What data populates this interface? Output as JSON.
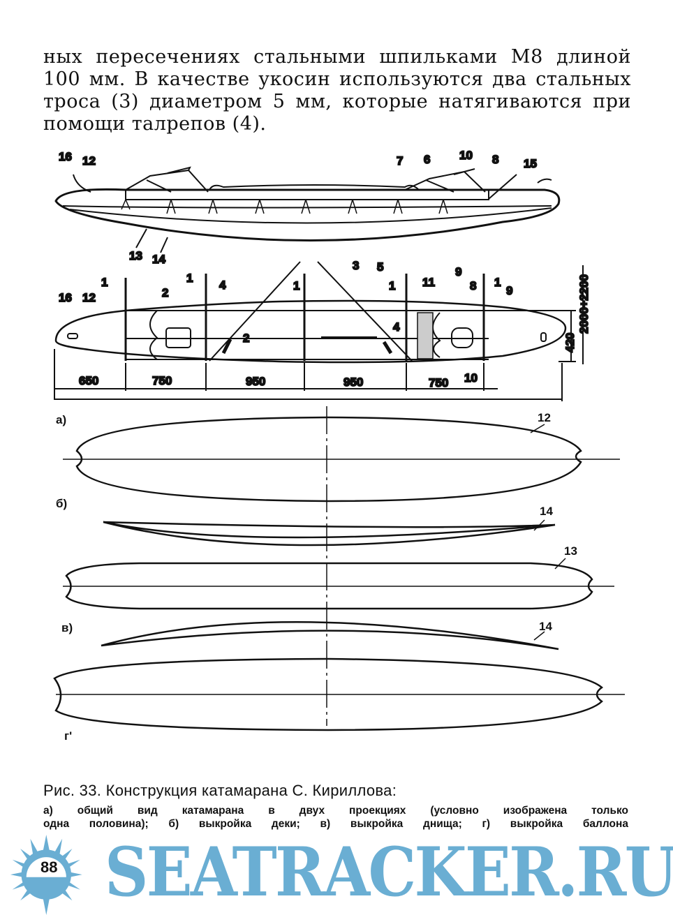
{
  "paragraph": {
    "lines": [
      "ных пересечениях стальными шпильками М8 длиной",
      "100 мм. В качестве укосин используются два стальных",
      "троса (3) диаметром 5 мм, которые натягиваются при",
      "помощи талрепов (4)."
    ]
  },
  "figure": {
    "side_view_labels": [
      "16",
      "12",
      "7",
      "6",
      "10",
      "8",
      "15",
      "13",
      "14"
    ],
    "plan_view_labels": [
      "1",
      "1",
      "1",
      "1",
      "1",
      "2",
      "2",
      "3",
      "4",
      "4",
      "5",
      "11",
      "9",
      "9",
      "8",
      "10",
      "16",
      "12"
    ],
    "dimensions": [
      "650",
      "750",
      "950",
      "950",
      "750",
      "420",
      "2000÷2200"
    ],
    "section_letters": [
      "а)",
      "б)",
      "в)",
      "г'"
    ],
    "pattern_labels": [
      "12",
      "14",
      "13",
      "14"
    ]
  },
  "caption": {
    "title": "Рис. 33. Конструкция катамарана С. Кириллова:",
    "lines": [
      "а) общий вид катамарана в двух проекциях (условно изображена только",
      "одна половина); б) выкройка деки; в) выкройка днища; г) выкройка баллона"
    ]
  },
  "footer": {
    "page_number": "88",
    "watermark": "SEATRACKER.RU",
    "watermark_color": "#6aaed3"
  }
}
